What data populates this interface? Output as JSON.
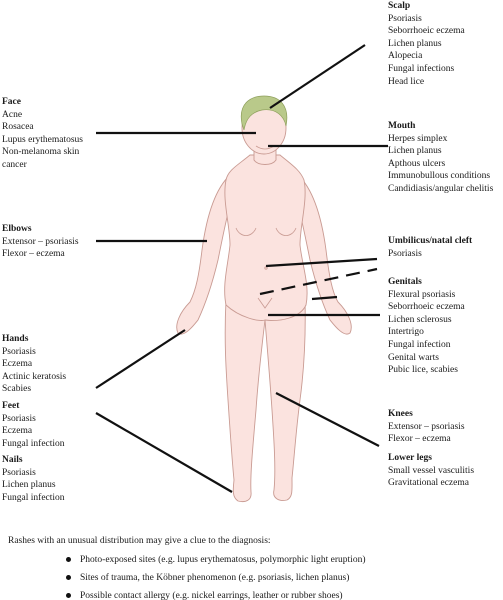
{
  "regions": {
    "scalp": {
      "title": "Scalp",
      "items": [
        "Psoriasis",
        "Seborrhoeic eczema",
        "Lichen planus",
        "Alopecia",
        "Fungal infections",
        "Head lice"
      ]
    },
    "face": {
      "title": "Face",
      "items": [
        "Acne",
        "Rosacea",
        "Lupus erythematosus",
        "Non-melanoma skin",
        "cancer"
      ]
    },
    "mouth": {
      "title": "Mouth",
      "items": [
        "Herpes simplex",
        "Lichen planus",
        "Apthous ulcers",
        "Immunobullous conditions",
        "Candidiasis/angular chelitis"
      ]
    },
    "elbows": {
      "title": "Elbows",
      "items": [
        "Extensor – psoriasis",
        "Flexor – eczema"
      ]
    },
    "umbilicus": {
      "title": "Umbilicus/natal cleft",
      "items": [
        "Psoriasis"
      ]
    },
    "genitals": {
      "title": "Genitals",
      "items": [
        "Flexural psoriasis",
        "Seborrhoeic eczema",
        "Lichen sclerosus",
        "Intertrigo",
        "Fungal infection",
        "Genital warts",
        "Pubic lice, scabies"
      ]
    },
    "hands": {
      "title": "Hands",
      "items": [
        "Psoriasis",
        "Eczema",
        "Actinic keratosis",
        "Scabies"
      ]
    },
    "feet": {
      "title": "Feet",
      "items": [
        "Psoriasis",
        "Eczema",
        "Fungal infection"
      ]
    },
    "nails": {
      "title": "Nails",
      "items": [
        "Psoriasis",
        "Lichen planus",
        "Fungal infection"
      ]
    },
    "knees": {
      "title": "Knees",
      "items": [
        "Extensor – psoriasis",
        "Flexor – eczema"
      ]
    },
    "lower_legs": {
      "title": "Lower legs",
      "items": [
        "Small vessel vasculitis",
        "Gravitational eczema"
      ]
    }
  },
  "notes": {
    "intro": "Rashes with an unusual distribution may give a clue to the diagnosis:",
    "bullets": [
      "Photo-exposed sites (e.g. lupus erythematosus, polymorphic light eruption)",
      "Sites of trauma, the Köbner phenomenon (e.g. psoriasis, lichen planus)",
      "Possible contact allergy (e.g. nickel earrings, leather or rubber shoes)"
    ]
  },
  "colors": {
    "skin": "#fbe3df",
    "skin_outline": "#c99b93",
    "hair": "#b9c98a",
    "leader": "#111111"
  }
}
